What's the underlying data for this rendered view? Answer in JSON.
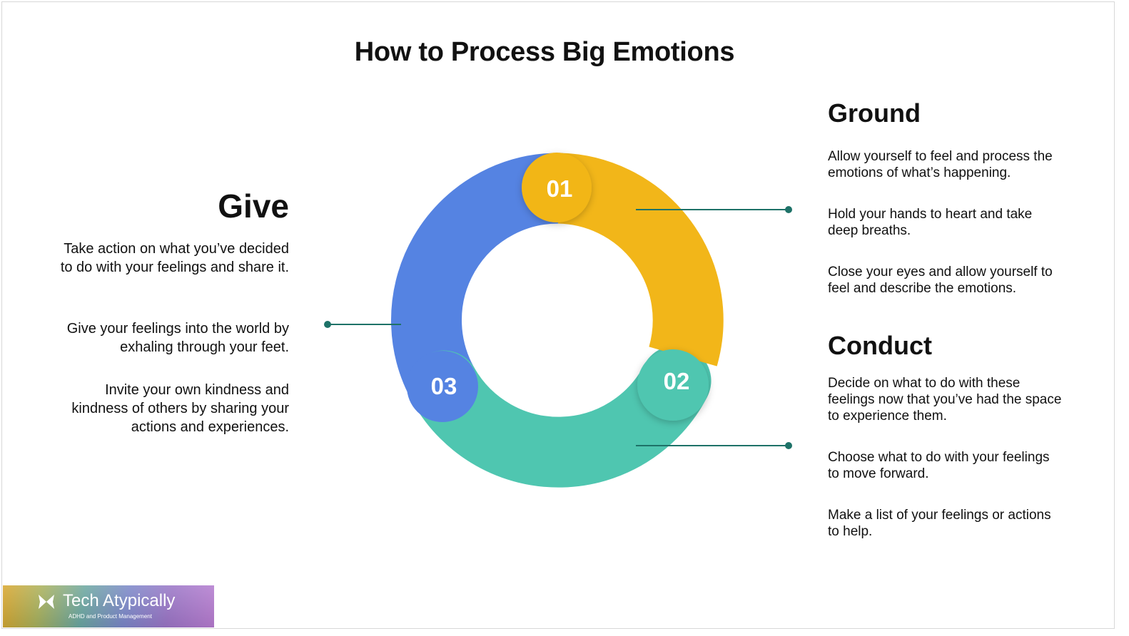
{
  "title": "How to Process Big Emotions",
  "steps": [
    {
      "number": "01",
      "heading": "Ground",
      "color": "#F2B619",
      "items": [
        "Allow yourself to feel and process the emotions of what’s happening.",
        "Hold your hands to heart and take deep breaths.",
        "Close your eyes and allow yourself to feel and describe the emotions."
      ]
    },
    {
      "number": "02",
      "heading": "Conduct",
      "color": "#4FC6B0",
      "items": [
        "Decide on what to do with these feelings now that you’ve had the space to experience them.",
        "Choose what to do with your feelings to move forward.",
        "Make a list of your feelings or actions to help."
      ]
    },
    {
      "number": "03",
      "heading": "Give",
      "color": "#5583E2",
      "items": [
        "Take action on what you’ve decided to do with your feelings and share it.",
        "Give your feelings into the world by exhaling through your feet.",
        "Invite your own kindness and kindness of others by sharing your actions and experiences."
      ]
    }
  ],
  "connector_color": "#1E7268",
  "logo": {
    "name": "Tech Atypically",
    "tagline": "ADHD and Product Management"
  }
}
